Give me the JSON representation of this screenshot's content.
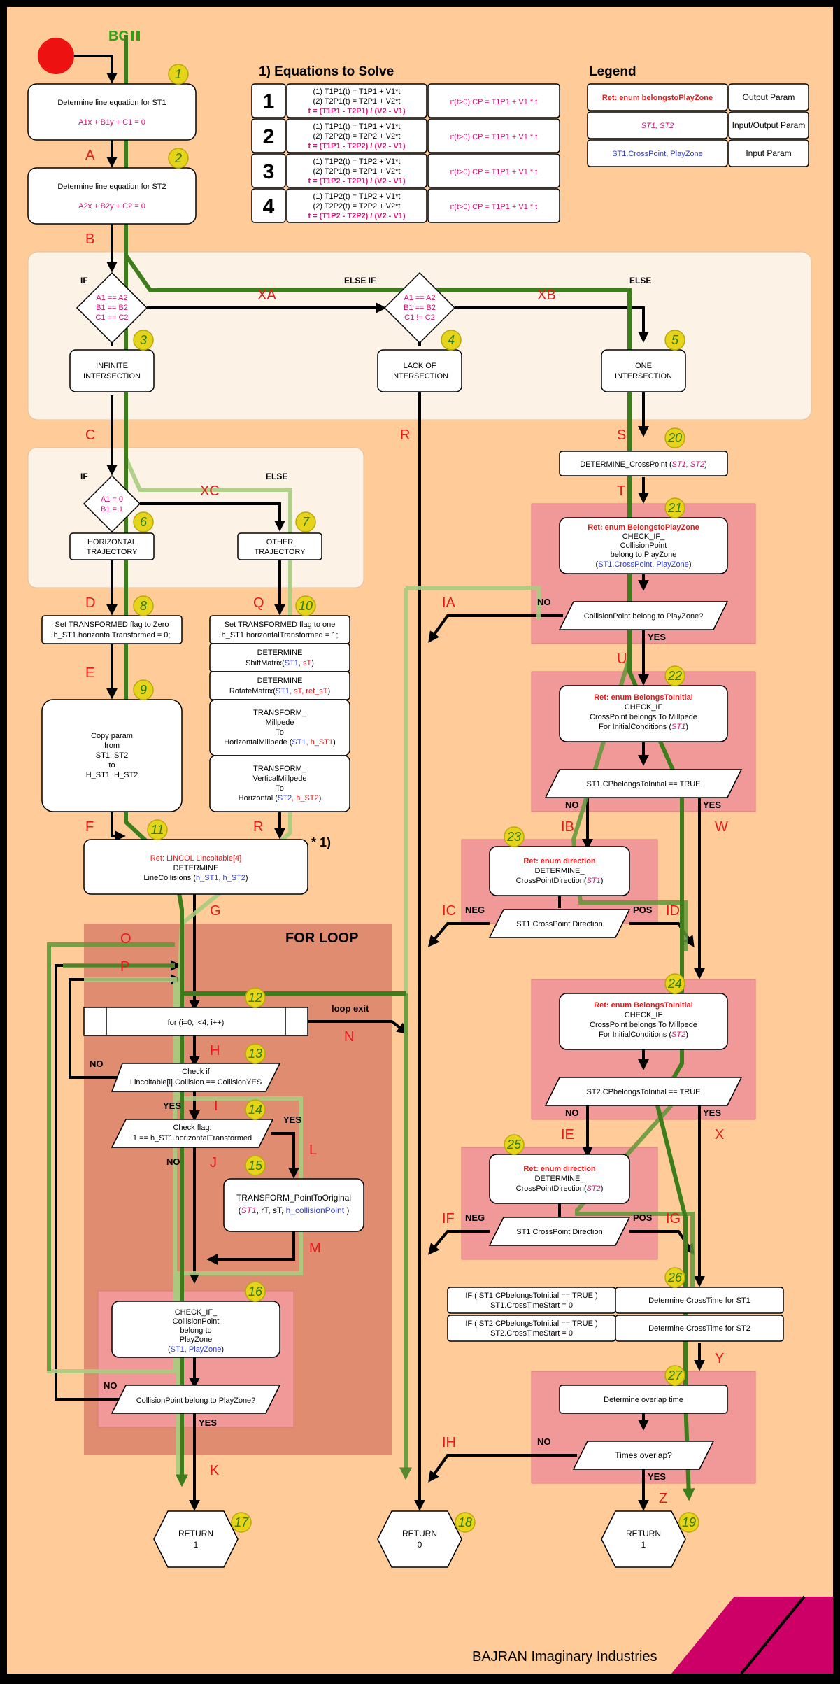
{
  "header": {
    "start_label": "BC",
    "equations_title": "1) Equations to Solve",
    "legend_title": "Legend"
  },
  "equations": [
    {
      "num": "1",
      "l1": "(1) T1P1(t) = T1P1 + V1*t",
      "l2": "(2) T2P1(t) = T2P1 + V2*t",
      "l3": "t = (T1P1 - T2P1) / (V2 - V1)",
      "cp": "if(t>0)  CP = T1P1 + V1 * t"
    },
    {
      "num": "2",
      "l1": "(1) T1P1(t) = T1P1 + V1*t",
      "l2": "(2) T2P2(t) = T2P2 + V2*t",
      "l3": "t = (T1P1 - T2P2) / (V2 - V1)",
      "cp": "if(t>0)  CP = T1P1 + V1 * t"
    },
    {
      "num": "3",
      "l1": "(1) T1P2(t) = T1P2 + V1*t",
      "l2": "(2) T2P1(t) = T2P1 + V2*t",
      "l3": "t = (T1P2 - T2P1) / (V2 - V1)",
      "cp": "if(t>0)  CP = T1P1 + V1 * t"
    },
    {
      "num": "4",
      "l1": "(1) T1P2(t) = T1P2 + V1*t",
      "l2": "(2) T2P2(t) = T2P2 + V2*t",
      "l3": "t = (T1P2 - T2P2) / (V2 - V1)",
      "cp": "if(t>0)  CP = T1P1 + V1 * t"
    }
  ],
  "legend": [
    {
      "sample": "Ret: enum belongstoPlayZone",
      "desc": "Output Param"
    },
    {
      "sample": "ST1, ST2",
      "desc": "Input/Output Param"
    },
    {
      "sample": "ST1.CrossPoint, PlayZone",
      "desc": "Input Param"
    }
  ],
  "steps": {
    "s1": {
      "l1": "Determine line equation for ST1",
      "eq": "A1x + B1y + C1 = 0"
    },
    "s2": {
      "l1": "Determine line equation for ST2",
      "eq": "A2x + B2y + C2 = 0"
    },
    "d1": {
      "l1": "A1 == A2",
      "l2": "B1 == B2",
      "l3": "C1 == C2"
    },
    "d2": {
      "l1": "A1 == A2",
      "l2": "B1 == B2",
      "l3": "C1 != C2"
    },
    "s3": {
      "l1": "INFINITE",
      "l2": "INTERSECTION"
    },
    "s4": {
      "l1": "LACK OF",
      "l2": "INTERSECTION"
    },
    "s5": {
      "l1": "ONE",
      "l2": "INTERSECTION"
    },
    "d3": {
      "l1": "A1 = 0",
      "l2": "B1 = 1"
    },
    "s6": {
      "l1": "HORIZONTAL",
      "l2": "TRAJECTORY"
    },
    "s7": {
      "l1": "OTHER",
      "l2": "TRAJECTORY"
    },
    "s8": {
      "l1": "Set TRANSFORMED flag to Zero",
      "l2": "h_ST1.horizontalTransformed = 0;"
    },
    "s10": {
      "l1": "Set TRANSFORMED flag to one",
      "l2": "h_ST1.horizontalTransformed = 1;"
    },
    "shift": {
      "l1": "DETERMINE",
      "l2": "ShiftMatrix(",
      "a1": "ST1",
      "sep": ", ",
      "a2": "sT",
      "end": ")"
    },
    "rot": {
      "l1": "DETERMINE",
      "l2": "RotateMatrix(",
      "a1": "ST1",
      "a2": ", sT, ret_sT",
      "end": ")"
    },
    "tm": {
      "l1": "TRANSFORM_",
      "l2": "Millpede",
      "l3": "To",
      "l4": "HorizontalMillpede (",
      "a1": "ST1",
      "a2": ", h_ST1",
      "end": ")"
    },
    "tv": {
      "l1": "TRANSFORM_",
      "l2": "VerticalMillpede",
      "l3": "To",
      "l4": "Horizontal (",
      "a1": "ST2",
      "a2": ", h_ST2",
      "end": ")"
    },
    "s9": {
      "l1": "Copy param",
      "l2": "from",
      "l3": "ST1, ST2",
      "l4": "to",
      "l5": "H_ST1, H_ST2"
    },
    "s11": {
      "ret": "Ret: LINCOL Lincoltable[4]",
      "l1": "DETERMINE",
      "l2": "LineCollisions (",
      "a1": "h_ST1, h_ST2",
      "end": ")"
    },
    "s11_note": "* 1)",
    "loop_title": "FOR LOOP",
    "s12": {
      "text": "for (i=0; i<4; i++)"
    },
    "loop_exit": "loop exit",
    "s13": {
      "l1": "Check if",
      "l2": "Lincoltable[i].Collision == CollisionYES"
    },
    "s14": {
      "l1": "Check flag:",
      "l2": "1 == h_ST1.horizontalTransformed"
    },
    "s15": {
      "l1": "TRANSFORM_PointToOriginal",
      "a1": "ST1",
      "a2": ", rT, sT, ",
      "a3": "h_collisionPoint",
      "open": "(",
      "end": " )"
    },
    "s16": {
      "l1": "CHECK_IF_",
      "l2": "CollisionPoint",
      "l3": "belong to",
      "l4": "PlayZone",
      "open": "(",
      "a1": "ST1",
      "a2": ", PlayZone",
      "end": ")"
    },
    "s16d": "CollisionPoint belong to PlayZone?",
    "s20": {
      "l1": "DETERMINE_CrossPoint (",
      "a1": "ST1, ST2",
      "end": ")"
    },
    "s21": {
      "ret": "Ret: enum BelongstoPlayZone",
      "l1": "CHECK_IF_",
      "l2": "CollisionPoint",
      "l3": "belong to PlayZone",
      "open": "(",
      "a1": "ST1.CrossPoint, PlayZone",
      "end": ")"
    },
    "s21d": "CollisionPoint belong to PlayZone?",
    "s22": {
      "ret": "Ret: enum BelongsToInitial",
      "l1": "CHECK_IF",
      "l2": "CrossPoint belongs To Millpede",
      "l3": "For InitialConditions (",
      "a1": "ST1",
      "end": ")"
    },
    "s22d": "ST1.CPbelongsToInitial == TRUE",
    "s23": {
      "ret": "Ret: enum direction",
      "l1": "DETERMINE_",
      "l2": "CrossPointDirection(",
      "a1": "ST1",
      "end": ")"
    },
    "s23d": "ST1 CrossPoint Direction",
    "s24": {
      "ret": "Ret: enum BelongsToInitial",
      "l1": "CHECK_IF",
      "l2": "CrossPoint belongs To Millpede",
      "l3": "For InitialConditions (",
      "a1": "ST2",
      "end": ")"
    },
    "s24d": "ST2.CPbelongsToInitial == TRUE",
    "s25": {
      "ret": "Ret: enum direction",
      "l1": "DETERMINE_",
      "l2": "CrossPointDirection(",
      "a1": "ST2",
      "end": ")"
    },
    "s25d": "ST1 CrossPoint Direction",
    "s26a": {
      "l1": "IF ( ST1.CPbelongsToInitial == TRUE )",
      "l2": "ST1.CrossTimeStart = 0"
    },
    "s26b": {
      "l1": "IF ( ST2.CPbelongsToInitial == TRUE )",
      "l2": "ST2.CrossTimeStart = 0"
    },
    "s26c": "Determine CrossTime for ST1",
    "s26d": "Determine CrossTime for ST2",
    "s27": "Determine overlap time",
    "s27d": "Times overlap?",
    "r17": {
      "l1": "RETURN",
      "l2": "1"
    },
    "r18": {
      "l1": "RETURN",
      "l2": "0"
    },
    "r19": {
      "l1": "RETURN",
      "l2": "1"
    }
  },
  "section_labels": {
    "if": "IF",
    "else_if": "ELSE IF",
    "else": "ELSE",
    "if2": "IF",
    "else2": "ELSE"
  },
  "badges": [
    "1",
    "2",
    "3",
    "4",
    "5",
    "6",
    "7",
    "8",
    "9",
    "10",
    "11",
    "12",
    "13",
    "14",
    "15",
    "16",
    "17",
    "18",
    "19",
    "20",
    "21",
    "22",
    "23",
    "24",
    "25",
    "26",
    "27"
  ],
  "edge_labels": {
    "A": "A",
    "B": "B",
    "C": "C",
    "D": "D",
    "E": "E",
    "F": "F",
    "G": "G",
    "H": "H",
    "I": "I",
    "J": "J",
    "K": "K",
    "L": "L",
    "M": "M",
    "N": "N",
    "O": "O",
    "P": "P",
    "Q": "Q",
    "R": "R",
    "R2": "R",
    "S": "S",
    "T": "T",
    "U": "U",
    "W": "W",
    "X": "X",
    "Y": "Y",
    "Z": "Z",
    "XA": "XA",
    "XB": "XB",
    "XC": "XC",
    "IA": "IA",
    "IB": "IB",
    "IC": "IC",
    "ID": "ID",
    "IE": "IE",
    "IF": "IF",
    "IG": "IG",
    "IH": "IH"
  },
  "branch_words": {
    "no": "NO",
    "yes": "YES",
    "neg": "NEG",
    "pos": "POS"
  },
  "footer": "BAJRAN Imaginary Industries",
  "colors": {
    "background": "#ffcc99",
    "section": "#fdf2e6",
    "pink": "#f19999",
    "loop": "#e08c70",
    "badge": "#e6d41a",
    "green_dark": "#3d7d1b",
    "green_light": "#a9cc7e",
    "footer_stripe": "#cc0066"
  }
}
